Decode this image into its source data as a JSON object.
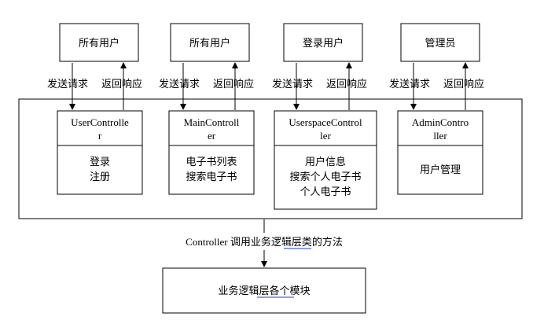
{
  "users": [
    {
      "label": "所有用户"
    },
    {
      "label": "所有用户"
    },
    {
      "label": "登录用户"
    },
    {
      "label": "管理员"
    }
  ],
  "arrows": {
    "send": "发送请求",
    "response": "返回响应"
  },
  "controllers": [
    {
      "name_line1": "UserControlle",
      "name_line2": "r",
      "items": [
        "登录",
        "注册"
      ]
    },
    {
      "name_line1": "MainControll",
      "name_line2": "er",
      "items": [
        "电子书列表",
        "搜索电子书"
      ]
    },
    {
      "name_line1": "UserspaceControl",
      "name_line2": "ler",
      "items": [
        "用户信息",
        "搜索个人电子书",
        "个人电子书"
      ]
    },
    {
      "name_line1": "AdminContro",
      "name_line2": "ller",
      "items": [
        "用户管理"
      ]
    }
  ],
  "bottom": {
    "call_label": "Controller 调用业务逻辑层类的方法",
    "module_label": "业务逻辑层各个模块"
  }
}
